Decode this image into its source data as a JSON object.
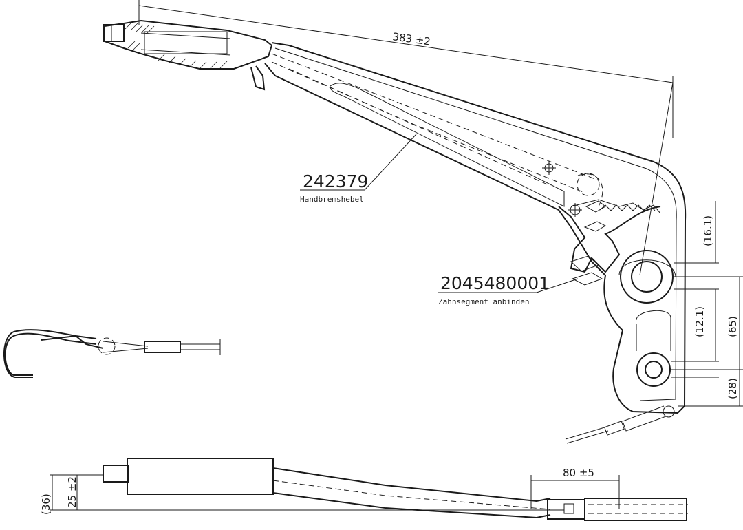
{
  "parts": {
    "lever": {
      "number": "242379",
      "name": "Handbremshebel"
    },
    "segment": {
      "number": "2045480001",
      "name": "Zahnsegment anbinden"
    }
  },
  "dimensions": {
    "overall_length": "383 ±2",
    "d_16_1": "(16.1)",
    "d_12_1": "(12.1)",
    "d_65": "(65)",
    "d_28": "(28)",
    "d_80": "80 ±5",
    "d_25": "25 ±2",
    "d_36": "(36)"
  },
  "colors": {
    "line": "#1a1a1a",
    "background": "#ffffff"
  }
}
